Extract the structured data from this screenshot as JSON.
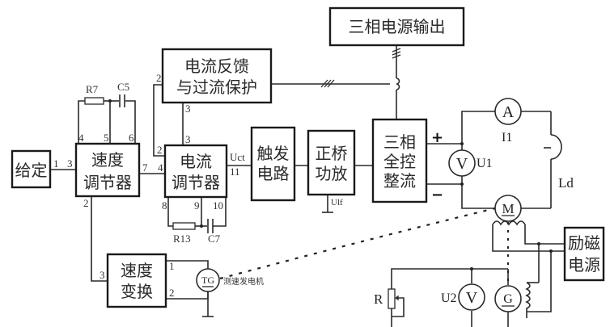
{
  "diagram": {
    "blocks": {
      "given": "给定",
      "speed_regulator": [
        "速度",
        "调节器"
      ],
      "current_feedback": [
        "电流反馈",
        "与过流保护"
      ],
      "current_regulator": [
        "电流",
        "调节器"
      ],
      "trigger": [
        "触发",
        "电路"
      ],
      "amplifier": [
        "正桥",
        "功放"
      ],
      "rectifier": [
        "三相",
        "全控",
        "整流"
      ],
      "power_output": "三相电源输出",
      "speed_convert": [
        "速度",
        "变换"
      ],
      "excitation": [
        "励磁",
        "电源"
      ]
    },
    "pins": {
      "given_out": "1",
      "speed_in": "3",
      "speed_p4": "4",
      "speed_p5": "5",
      "speed_p6": "6",
      "speed_out": "7",
      "speed_p2": "2",
      "cfb_p2": "2",
      "cfb_p3": "3",
      "cr_p3": "3",
      "cr_p2": "2",
      "cr_p4": "4",
      "cr_p11": "11",
      "cr_p8": "8",
      "cr_p9": "9",
      "cr_p10": "10",
      "sc_p3": "3",
      "sc_p1": "1",
      "sc_p2": "2"
    },
    "labels": {
      "r7": "R7",
      "c5": "C5",
      "r13": "R13",
      "c7": "C7",
      "uct": "Uct",
      "ulf": "Ulf",
      "plus": "+",
      "minus": "−",
      "i1": "I1",
      "u1": "U1",
      "ld": "Ld",
      "u2": "U2",
      "r": "R",
      "tachogenerator": "测速发电机"
    },
    "meters": {
      "ammeter": "A",
      "voltmeter1": "V",
      "voltmeter2": "V",
      "motor": "M",
      "generator": "G",
      "tacho": "TG"
    }
  }
}
